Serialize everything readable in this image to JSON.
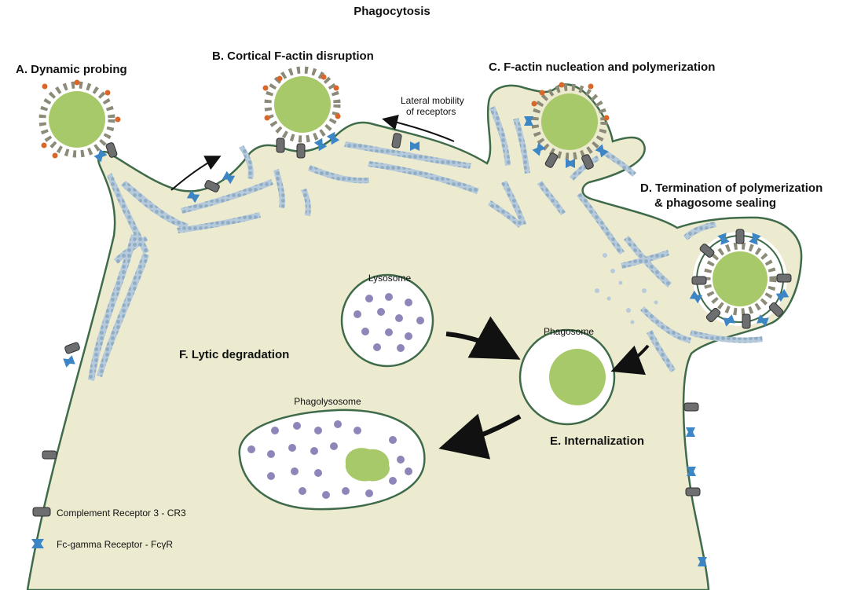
{
  "title": "Phagocytosis",
  "stages": {
    "a": "A. Dynamic probing",
    "b": "B. Cortical F-actin disruption",
    "c": "C. F-actin nucleation and polymerization",
    "d_line1": "D. Termination of polymerization",
    "d_line2": "& phagosome sealing",
    "e": "E. Internalization",
    "f": "F. Lytic degradation"
  },
  "annotations": {
    "lateral_line1": "Lateral mobility",
    "lateral_line2": "of receptors"
  },
  "organelles": {
    "lysosome": "Lysosome",
    "phagosome": "Phagosome",
    "phagolysosome": "Phagolysosome"
  },
  "legend": {
    "cr3": "Complement Receptor 3 - CR3",
    "fcgr": "Fc-gamma Receptor - FcγR"
  },
  "colors": {
    "cell_fill": "#ecebd0",
    "membrane": "#3f6b4a",
    "particle": "#a8c96a",
    "spike": "#8c8a78",
    "opsonin": "#d9672a",
    "actin": "#9fb8cc",
    "cr3_receptor": "#6d6e70",
    "fcgr_receptor": "#3d86c6",
    "granule": "#8e86b8",
    "arrow": "#111111"
  }
}
